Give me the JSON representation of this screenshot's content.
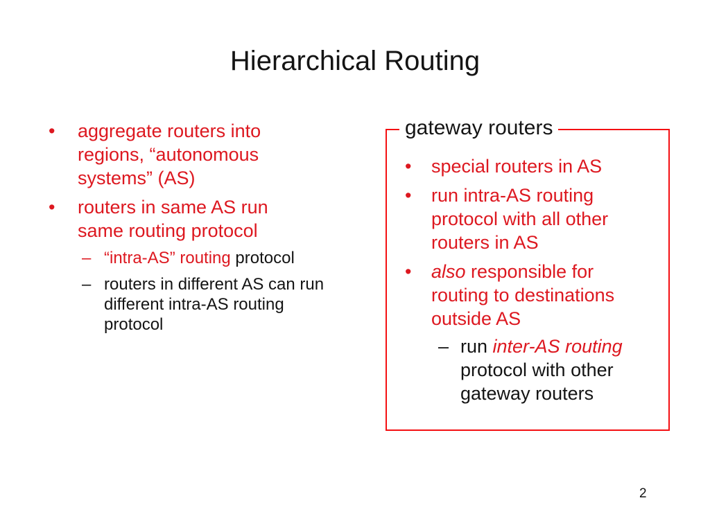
{
  "slide": {
    "title": "Hierarchical Routing",
    "page_number": "2"
  },
  "markers": {
    "bullet": "•",
    "dash": "–"
  },
  "colors": {
    "background": "#ffffff",
    "black_text": "#141414",
    "red_text": "#dd1820",
    "red_border": "#f40f12"
  },
  "left_list": {
    "item1": "aggregate routers into regions, “autonomous systems” (AS)",
    "item2": "routers in same AS run same routing protocol",
    "sub1_red": "“intra-AS” routing",
    "sub1_black": " protocol",
    "sub2": "routers in different AS can run different intra-AS routing protocol"
  },
  "gateway_box": {
    "title": "gateway routers",
    "item1": "special routers in AS",
    "item2": "run intra-AS routing protocol with all other routers in AS",
    "item3_italic": "also",
    "item3_rest": " responsible for routing to destinations outside AS",
    "sub1_pre": "run ",
    "sub1_highlight": "inter-AS routing",
    "sub1_post": " protocol with other gateway routers"
  }
}
